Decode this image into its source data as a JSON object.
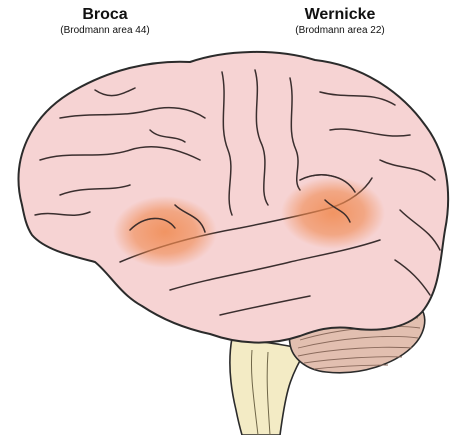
{
  "labels": {
    "broca": {
      "title": "Broca",
      "subtitle": "(Brodmann area 44)"
    },
    "wernicke": {
      "title": "Wernicke",
      "subtitle": "(Brodmann area 22)"
    }
  },
  "colors": {
    "cortex_fill": "#f6d3d3",
    "cortex_stroke": "#2b2b2b",
    "sulcus": "#3a2e2e",
    "highlight": "#f0894f",
    "cerebellum_fill": "#e2bfb0",
    "brainstem_fill": "#f3ebc5"
  }
}
